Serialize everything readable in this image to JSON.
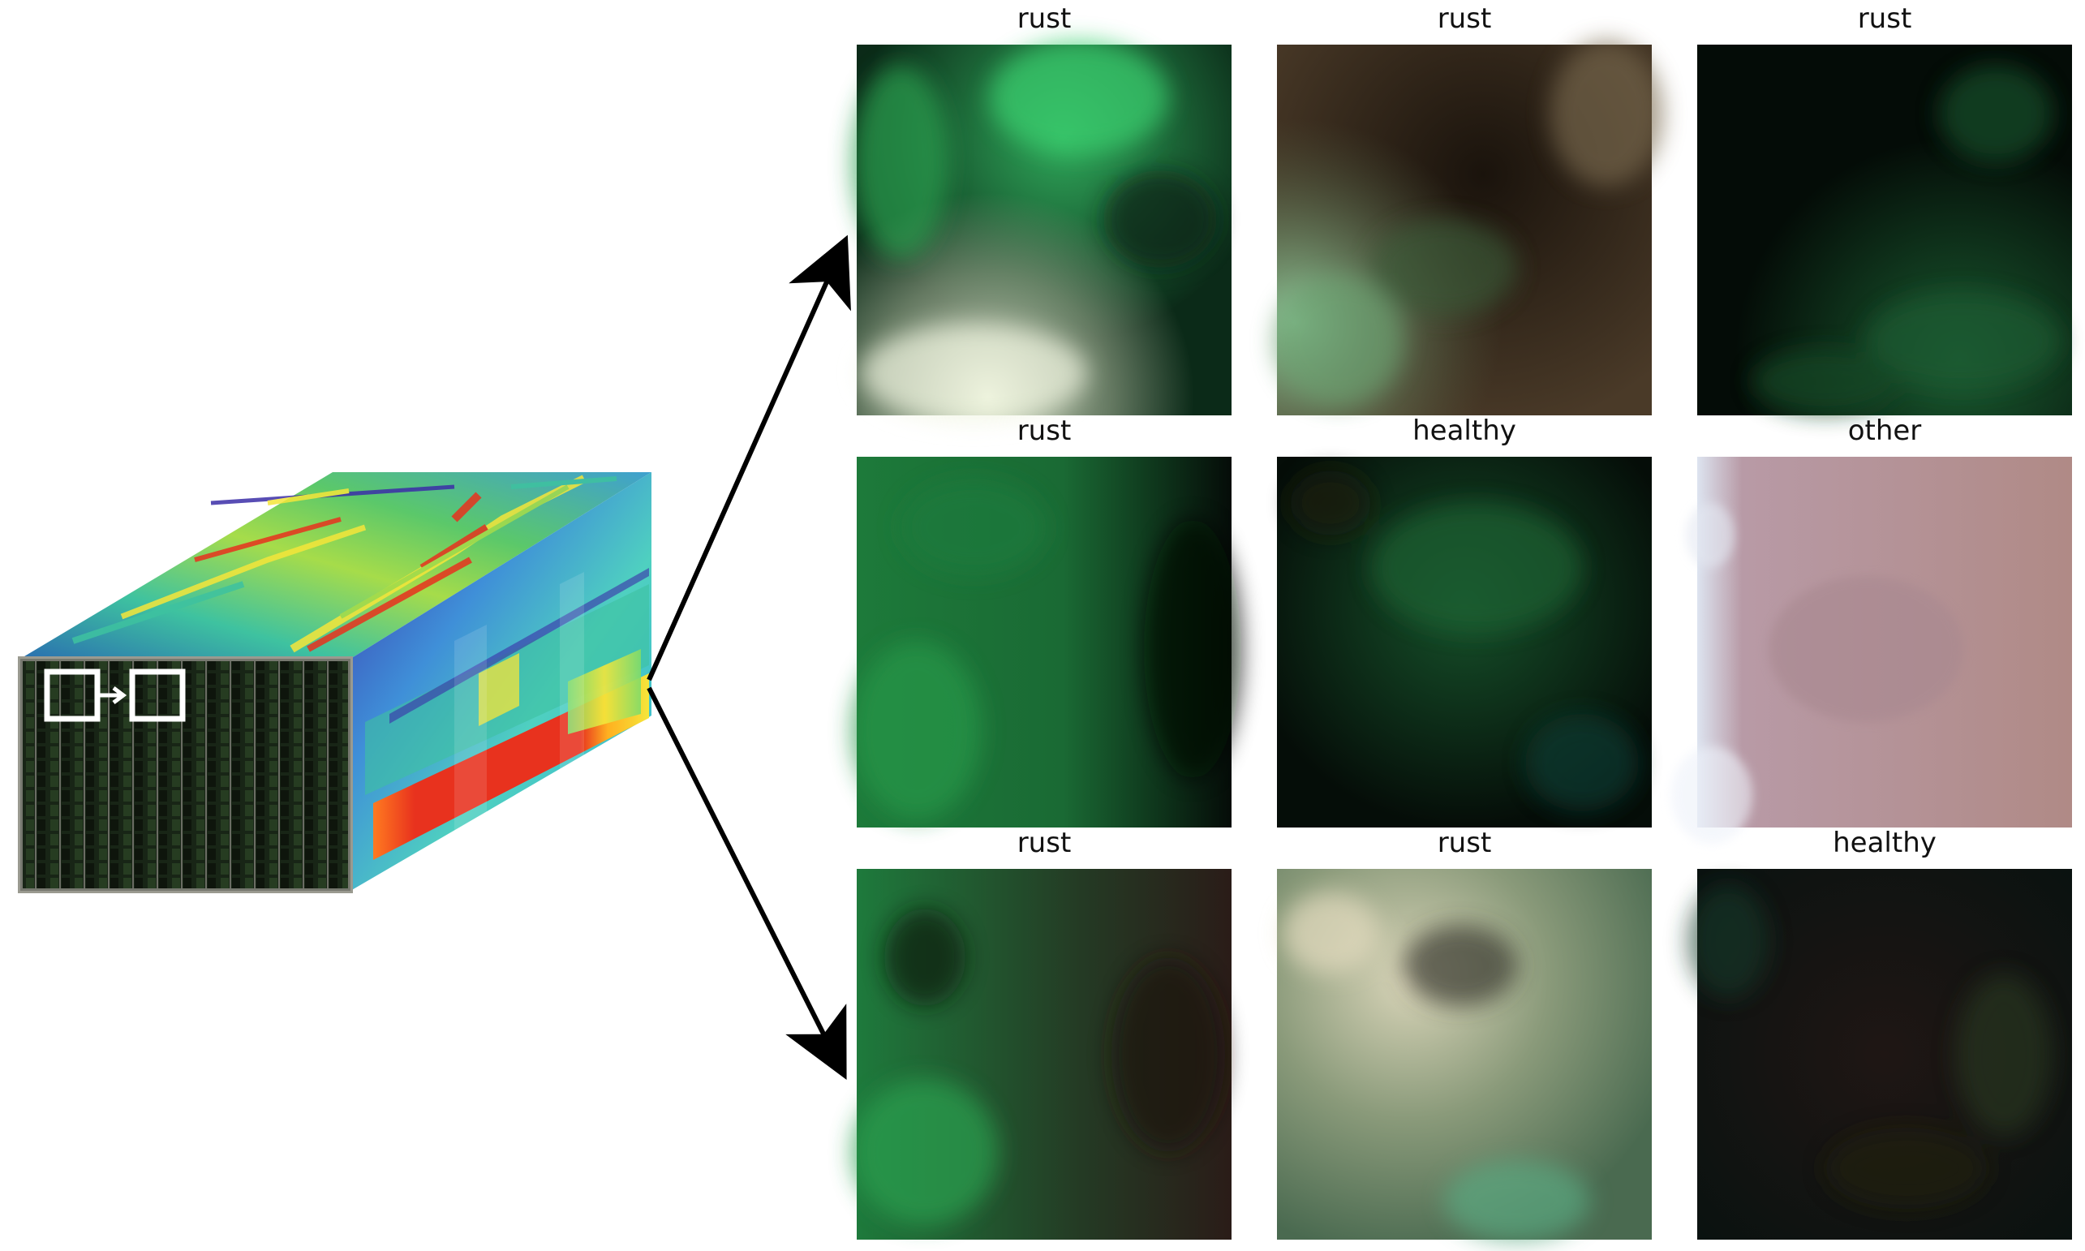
{
  "figure": {
    "tiles": [
      {
        "label": "rust",
        "tone": "green-bright-top-pale-bottom"
      },
      {
        "label": "rust",
        "tone": "brown-dark-center-green-left"
      },
      {
        "label": "rust",
        "tone": "very-dark-green"
      },
      {
        "label": "rust",
        "tone": "green-left-dark-right"
      },
      {
        "label": "healthy",
        "tone": "dark-green"
      },
      {
        "label": "other",
        "tone": "pinkish-soil-pale-left"
      },
      {
        "label": "rust",
        "tone": "green-left-brown-right"
      },
      {
        "label": "rust",
        "tone": "pale-beige-green"
      },
      {
        "label": "healthy",
        "tone": "dark-brown-green"
      }
    ],
    "colors": {
      "arrow": "#000000",
      "crop_box": "#ffffff",
      "heat_low": "#3b2ea8",
      "heat_mid": "#3ec2a0",
      "heat_high": "#f5e63a",
      "heat_max": "#e8321e"
    }
  }
}
